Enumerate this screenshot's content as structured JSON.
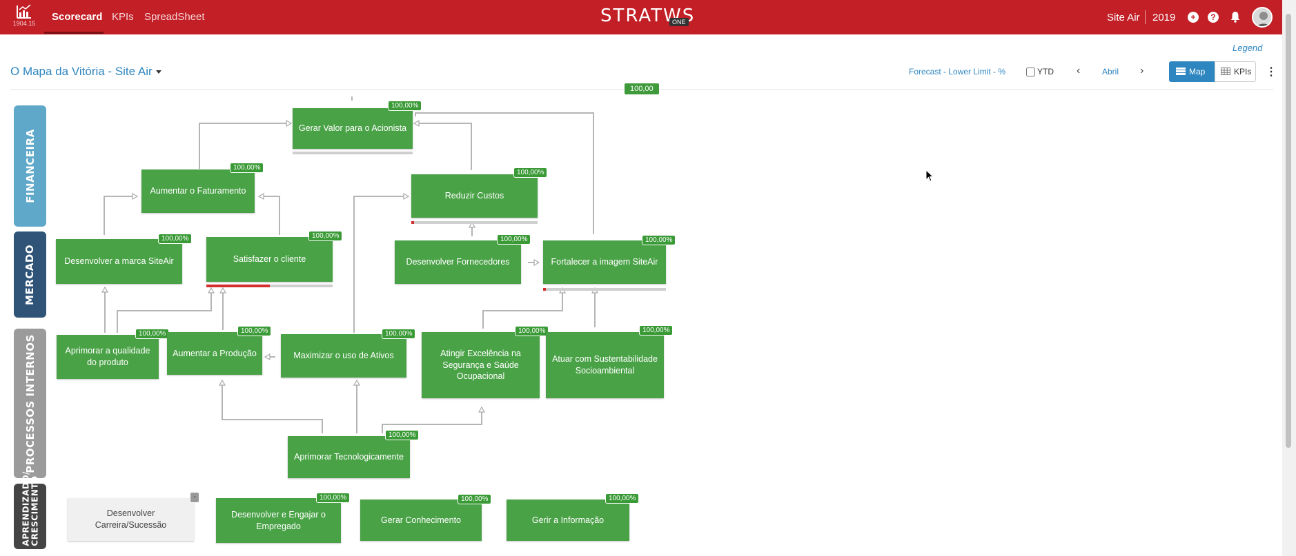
{
  "app": {
    "version": "1904.15",
    "brand": "STRATWS",
    "brand_suffix": "ONE",
    "nav": [
      {
        "label": "Scorecard",
        "active": true
      },
      {
        "label": "KPIs",
        "active": false
      },
      {
        "label": "SpreadSheet",
        "active": false
      }
    ],
    "company": "Site Air",
    "year": "2019",
    "icons": [
      "add-icon",
      "help-icon",
      "bell-icon",
      "avatar"
    ]
  },
  "toolbar": {
    "legend_link": "Legend",
    "map_title": "O Mapa da Vitória - Site Air",
    "forecast_label": "Forecast - Lower Limit - %",
    "ytd_label": "YTD",
    "ytd_checked": false,
    "period": "Abril",
    "view_map_label": "Map",
    "view_kpis_label": "KPIs",
    "active_view": "Map"
  },
  "total_score": "100,00",
  "perspectives": [
    {
      "label": "FINANCEIRA",
      "color": "#5fa8c9"
    },
    {
      "label": "MERCADO",
      "color": "#2f5478"
    },
    {
      "label": "PROCESSOS INTERNOS",
      "color": "#9b9b9b"
    },
    {
      "label": "APRENDIZADO/ CRESCIMENTO",
      "color": "#444444"
    }
  ],
  "objectives": {
    "gerar_valor": {
      "label": "Gerar Valor para o Acionista",
      "score": "100,00%",
      "progress": 0
    },
    "aumentar_faturamento": {
      "label": "Aumentar o Faturamento",
      "score": "100,00%"
    },
    "reduzir_custos": {
      "label": "Reduzir Custos",
      "score": "100,00%",
      "progress": 0.02
    },
    "desenvolver_marca": {
      "label": "Desenvolver a marca SiteAir",
      "score": "100,00%"
    },
    "satisfazer_cliente": {
      "label": "Satisfazer o cliente",
      "score": "100,00%",
      "progress": 0.5
    },
    "desenvolver_fornecedores": {
      "label": "Desenvolver Fornecedores",
      "score": "100,00%"
    },
    "fortalecer_imagem": {
      "label": "Fortalecer a imagem SiteAir",
      "score": "100,00%",
      "progress": 0.02
    },
    "aprimorar_qualidade": {
      "label": "Aprimorar a qualidade do produto",
      "score": "100,00%"
    },
    "aumentar_producao": {
      "label": "Aumentar a Produção",
      "score": "100,00%"
    },
    "maximizar_ativos": {
      "label": "Maximizar o uso de Ativos",
      "score": "100,00%"
    },
    "excelencia_seguranca": {
      "label": "Atingir Excelência na Segurança e Saúde Ocupacional",
      "score": "100,00%"
    },
    "sustentabilidade": {
      "label": "Atuar com Sustentabilidade Socioambiental",
      "score": "100,00%"
    },
    "aprimorar_tecnologia": {
      "label": "Aprimorar Tecnologicamente",
      "score": "100,00%"
    },
    "desenvolver_carreira": {
      "label": "Desenvolver Carreira/Sucessão",
      "score": "-"
    },
    "engajar_empregado": {
      "label": "Desenvolver e Engajar o Empregado",
      "score": "100,00%"
    },
    "gerar_conhecimento": {
      "label": "Gerar Conhecimento",
      "score": "100,00%"
    },
    "gerir_informacao": {
      "label": "Gerir a Informação",
      "score": "100,00%"
    }
  },
  "colors": {
    "header": "#c21f26",
    "objective": "#4aa247",
    "badge": "#3a9a36",
    "accent": "#2e86c1",
    "alert": "#d32f2f"
  }
}
